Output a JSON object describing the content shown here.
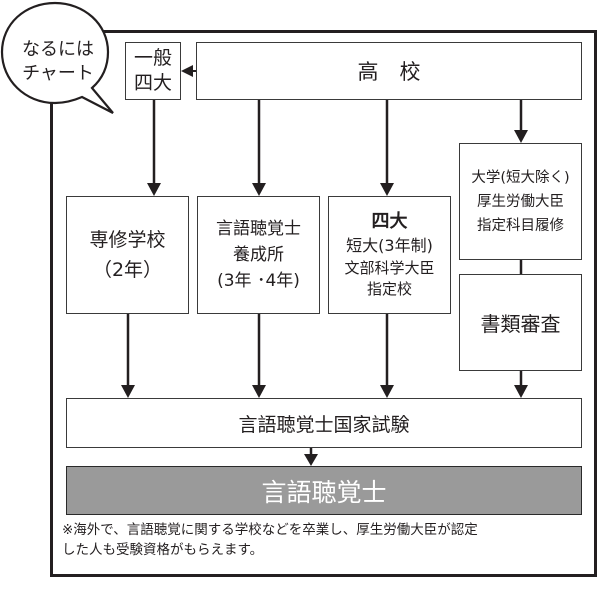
{
  "badge": {
    "lines": [
      "なるには",
      "チャート"
    ]
  },
  "nodes": {
    "general_univ": {
      "lines": [
        "一般",
        "四大"
      ]
    },
    "high_school": {
      "label": "高　校"
    },
    "vocational": {
      "lines": [
        "専修学校",
        "（2年）"
      ]
    },
    "training_school": {
      "lines": [
        "言語聴覚士",
        "養成所",
        "(3年 ･4年)"
      ]
    },
    "univ_designated": {
      "lines": [
        "四大",
        "短大(3年制)",
        "文部科学大臣",
        "指定校"
      ]
    },
    "univ_other": {
      "lines": [
        "大学(短大除く)",
        "厚生労働大臣",
        "指定科目履修"
      ]
    },
    "document_review": {
      "label": "書類審査"
    },
    "national_exam": {
      "label": "言語聴覚士国家試験"
    },
    "result": {
      "label": "言語聴覚士"
    }
  },
  "edges": [
    {
      "from": "high_school",
      "to": "general_univ"
    },
    {
      "from": "general_univ",
      "to": "vocational"
    },
    {
      "from": "high_school",
      "to": "training_school"
    },
    {
      "from": "high_school",
      "to": "univ_designated"
    },
    {
      "from": "high_school",
      "to": "univ_other"
    },
    {
      "from": "univ_other",
      "to": "document_review"
    },
    {
      "from": "vocational",
      "to": "national_exam"
    },
    {
      "from": "training_school",
      "to": "national_exam"
    },
    {
      "from": "univ_designated",
      "to": "national_exam"
    },
    {
      "from": "document_review",
      "to": "national_exam"
    },
    {
      "from": "national_exam",
      "to": "result"
    }
  ],
  "note": {
    "lines": [
      "※海外で、言語聴覚に関する学校などを卒業し、厚生労働大臣が認定",
      "した人も受験資格がもらえます。"
    ]
  },
  "colors": {
    "line": "#231f20",
    "result_fill": "#9a9a9a",
    "result_text": "#ffffff"
  }
}
